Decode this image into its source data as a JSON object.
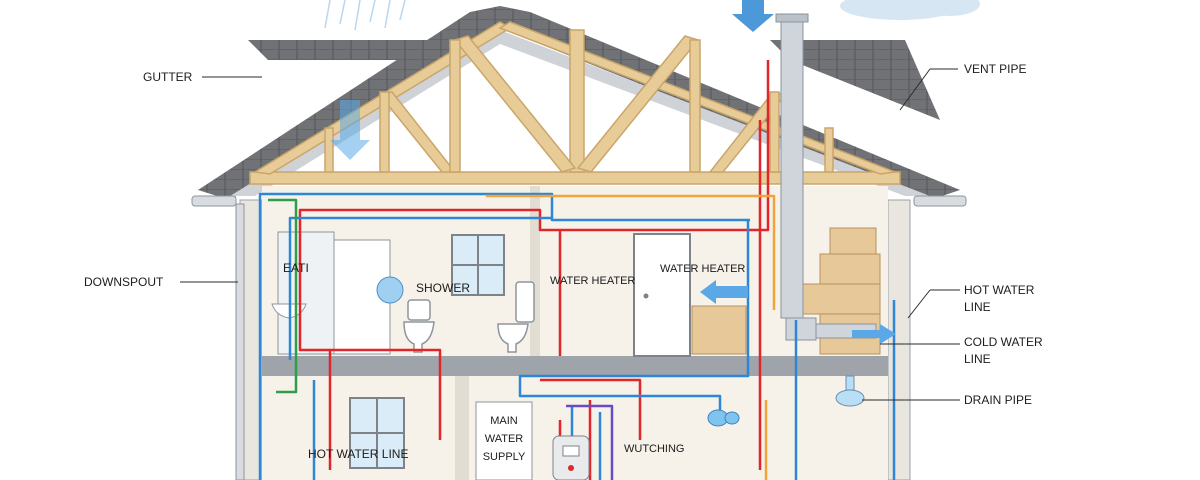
{
  "labels": {
    "gutter": "GUTTER",
    "downspout": "DOWNSPOUT",
    "vent_pipe": "VENT PIPE",
    "hot_water_line_right_1": "HOT WATER",
    "hot_water_line_right_2": "LINE",
    "cold_water_line_1": "COLD WATER",
    "cold_water_line_2": "LINE",
    "drain_pipe": "DRAIN PIPE",
    "bath": "EATI",
    "shower": "SHOWER",
    "water_heater_1": "WATER HEATER",
    "water_heater_2": "WATER HEATER",
    "hot_water_line_bottom": "HOT WATER LINE",
    "main_water_supply_1": "MAIN",
    "main_water_supply_2": "WATER",
    "main_water_supply_3": "SUPPLY",
    "switching": "WUTCHING"
  },
  "colors": {
    "hot_line": "#e0262b",
    "cold_line": "#2e86d6",
    "green_line": "#2f9e4a",
    "orange_line": "#f0a53a",
    "purple_line": "#6a4bc4",
    "vent_pipe": "#c9cfd6",
    "roof": "#6d6f73",
    "truss": "#e2c48e",
    "wall": "#f3efe6",
    "floor": "#9aa0a6"
  }
}
